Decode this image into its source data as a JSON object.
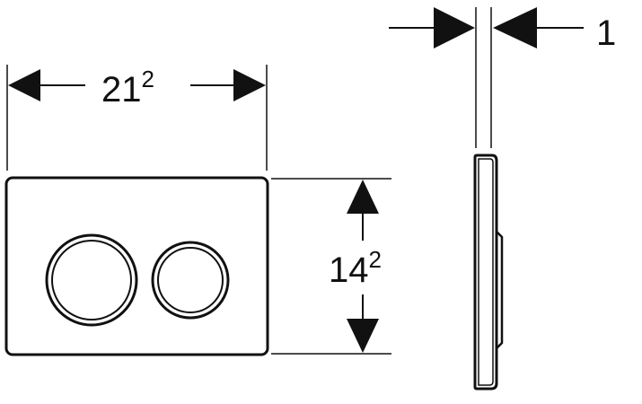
{
  "labels": {
    "width_main": "21",
    "width_sup": "2",
    "height_main": "14",
    "height_sup": "2",
    "thickness": "1"
  },
  "colors": {
    "stroke": "#111111",
    "background": "#ffffff"
  }
}
